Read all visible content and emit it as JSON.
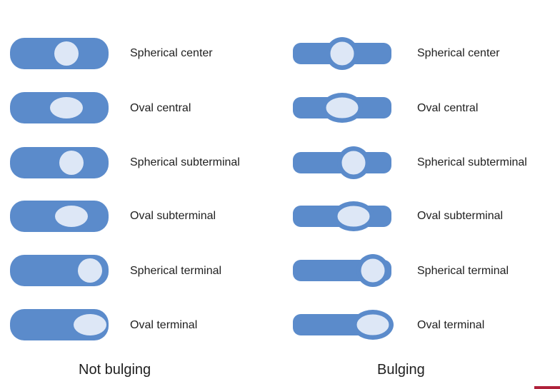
{
  "colors": {
    "cell_body": "#5b8bcb",
    "spore": "#dde7f6",
    "spore_outline": "#5b8bcb",
    "text": "#1f1f1f"
  },
  "groups": [
    {
      "label": "Not bulging",
      "items": [
        {
          "label": "Spherical center",
          "spore_shape": "sphere",
          "spore_position": "center",
          "bulging": false
        },
        {
          "label": "Oval central",
          "spore_shape": "oval",
          "spore_position": "center",
          "bulging": false
        },
        {
          "label": "Spherical subterminal",
          "spore_shape": "sphere",
          "spore_position": "subterminal",
          "bulging": false
        },
        {
          "label": "Oval subterminal",
          "spore_shape": "oval",
          "spore_position": "subterminal",
          "bulging": false
        },
        {
          "label": "Spherical terminal",
          "spore_shape": "sphere",
          "spore_position": "terminal",
          "bulging": false
        },
        {
          "label": "Oval terminal",
          "spore_shape": "oval",
          "spore_position": "terminal",
          "bulging": false
        }
      ]
    },
    {
      "label": "Bulging",
      "items": [
        {
          "label": "Spherical center",
          "spore_shape": "sphere",
          "spore_position": "center",
          "bulging": true
        },
        {
          "label": "Oval central",
          "spore_shape": "oval",
          "spore_position": "center",
          "bulging": true
        },
        {
          "label": "Spherical subterminal",
          "spore_shape": "sphere",
          "spore_position": "subterminal",
          "bulging": true
        },
        {
          "label": "Oval subterminal",
          "spore_shape": "oval",
          "spore_position": "subterminal",
          "bulging": true
        },
        {
          "label": "Spherical terminal",
          "spore_shape": "sphere",
          "spore_position": "terminal",
          "bulging": true
        },
        {
          "label": "Oval terminal",
          "spore_shape": "oval",
          "spore_position": "terminal",
          "bulging": true
        }
      ]
    }
  ]
}
